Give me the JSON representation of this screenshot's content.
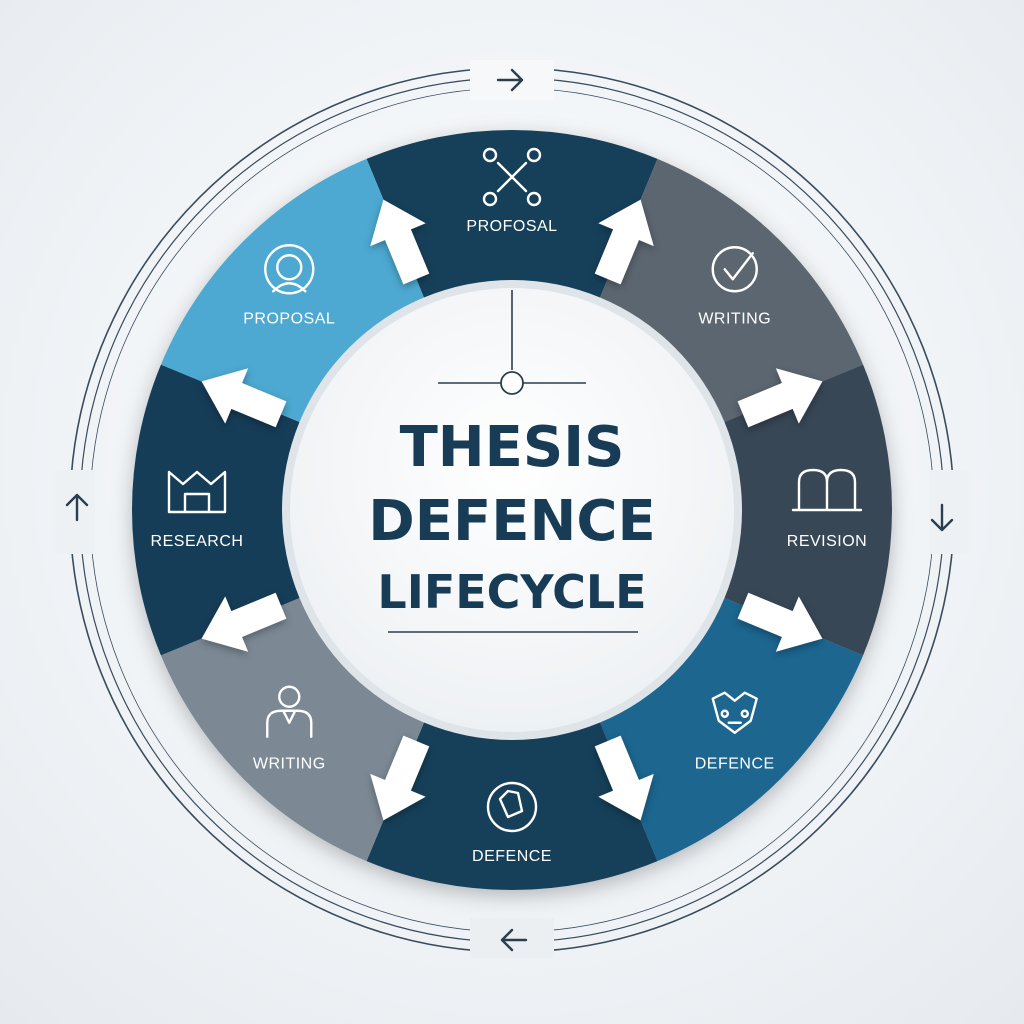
{
  "title": {
    "line1": "THESIS",
    "line2": "DEFENCE",
    "line3": "LIFECYCLE"
  },
  "segments": [
    {
      "label": "PROFOSAL",
      "icon": "scissors-icon",
      "color": "#17405a"
    },
    {
      "label": "WRITING",
      "icon": "check-circle-icon",
      "color": "#5b6670"
    },
    {
      "label": "REVISION",
      "icon": "book-icon",
      "color": "#374656"
    },
    {
      "label": "DEFENCE",
      "icon": "mask-icon",
      "color": "#1e6690"
    },
    {
      "label": "DEFENCE",
      "icon": "clock-icon",
      "color": "#17405a"
    },
    {
      "label": "WRITING",
      "icon": "person-icon",
      "color": "#7c8995"
    },
    {
      "label": "RESEARCH",
      "icon": "building-icon",
      "color": "#163e58"
    },
    {
      "label": "PROPOSAL",
      "icon": "face-icon",
      "color": "#4ea9d1"
    }
  ],
  "colors": {
    "title": "#183b56",
    "ring_line": "#3a4c5c",
    "center": "#ffffff"
  }
}
